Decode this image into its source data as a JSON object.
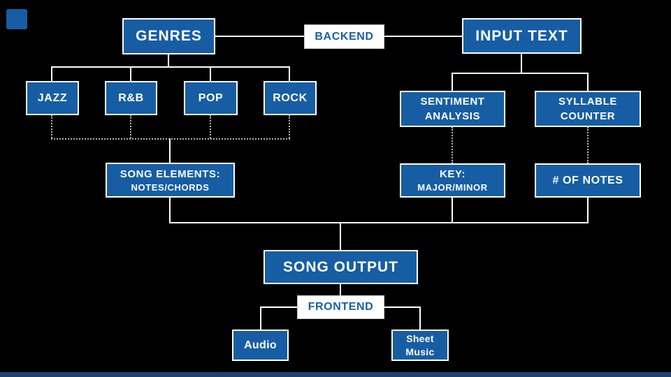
{
  "diagram": {
    "colors": {
      "background": "#000000",
      "node_blue": "#175da4",
      "connector": "#ffffff",
      "dotted_connector": "#b5b5b5",
      "label_on_blue": "#ffffff",
      "label_on_white": "#1a5fa6",
      "footer_bar": "#1d4470"
    },
    "nodes": {
      "genres": {
        "label": "GENRES"
      },
      "backend": {
        "label": "BACKEND"
      },
      "input_text": {
        "label": "INPUT TEXT"
      },
      "jazz": {
        "label": "JAZZ"
      },
      "rnb": {
        "label": "R&B"
      },
      "pop": {
        "label": "POP"
      },
      "rock": {
        "label": "ROCK"
      },
      "sentiment_analysis": {
        "line1": "SENTIMENT",
        "line2": "ANALYSIS"
      },
      "syllable_counter": {
        "line1": "SYLLABLE",
        "line2": "COUNTER"
      },
      "song_elements": {
        "line1": "SONG ELEMENTS:",
        "line2": "NOTES/CHORDS"
      },
      "key": {
        "line1": "KEY:",
        "line2": "MAJOR/MINOR"
      },
      "num_notes": {
        "label": "# OF NOTES"
      },
      "song_output": {
        "label": "SONG OUTPUT"
      },
      "frontend": {
        "label": "FRONTEND"
      },
      "audio": {
        "label": "Audio"
      },
      "sheet_music": {
        "line1": "Sheet",
        "line2": "Music"
      }
    }
  }
}
